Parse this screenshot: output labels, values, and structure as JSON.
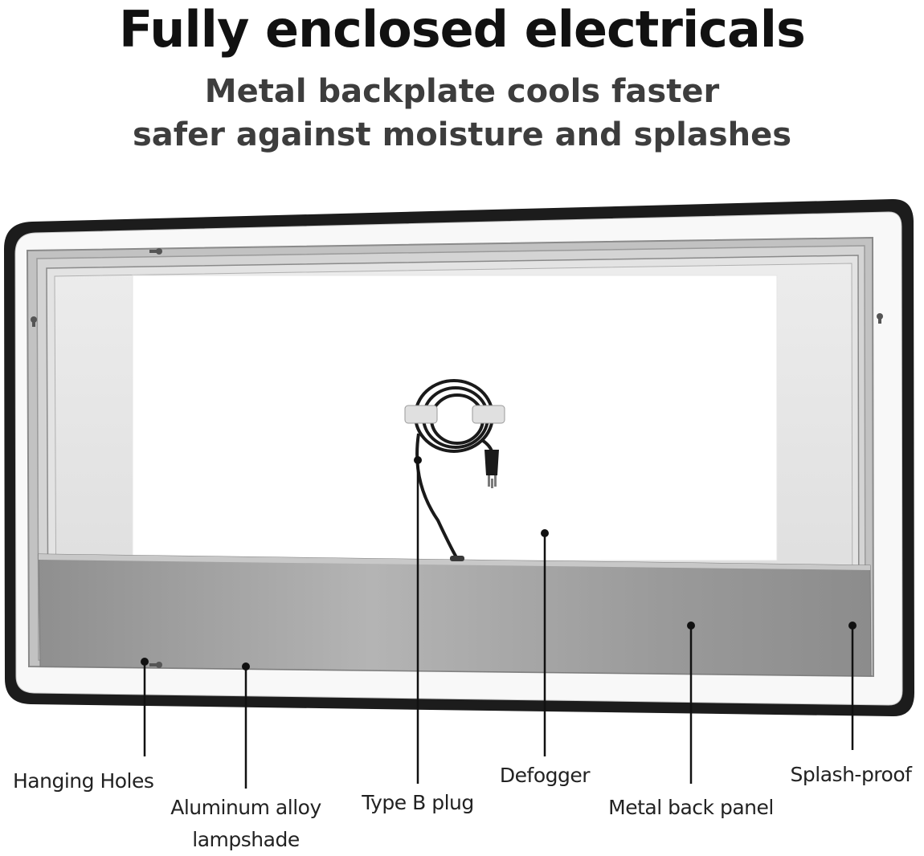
{
  "heading": {
    "title": "Fully enclosed electricals",
    "subtitle_line1": "Metal backplate cools faster",
    "subtitle_line2": "safer against moisture and splashes"
  },
  "callouts": {
    "hanging_holes": "Hanging Holes",
    "lampshade_line1": "Aluminum alloy",
    "lampshade_line2": "lampshade",
    "plug": "Type B plug",
    "defogger": "Defogger",
    "back_panel": "Metal back panel",
    "splash_proof": "Splash-proof"
  },
  "colors": {
    "frame": "#1a1a1a",
    "panel_gray": "#a5a5a5",
    "text": "#222222"
  }
}
